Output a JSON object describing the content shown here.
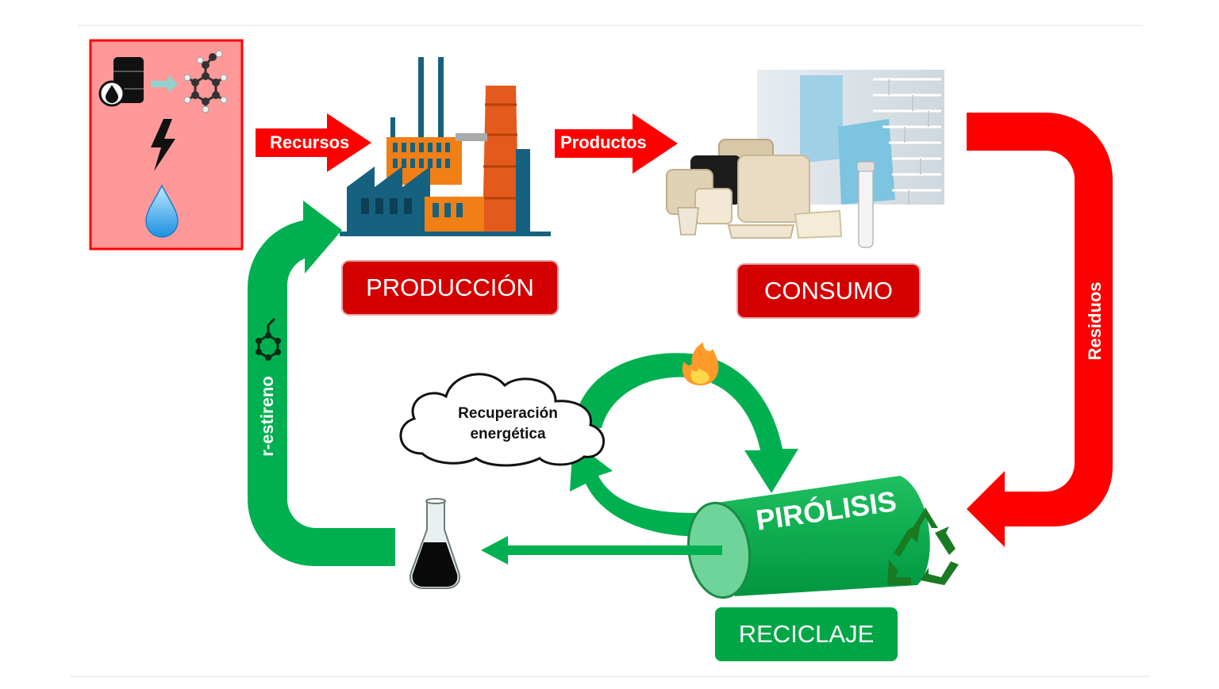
{
  "arrows": {
    "resources": "Recursos",
    "products": "Productos",
    "waste": "Residuos",
    "r_styrene": "r-estireno"
  },
  "stages": {
    "production": "PRODUCCIÓN",
    "consumption": "CONSUMO",
    "recycling": "RECICLAJE"
  },
  "pyrolysis": {
    "label": "PIRÓLISIS"
  },
  "energy_recovery": {
    "line1": "Recuperación",
    "line2": "energética"
  },
  "colors": {
    "red": "#ff0000",
    "dark_red": "#d40000",
    "green": "#00b050",
    "resource_box": "#ff9999"
  },
  "icons": [
    "oil-barrel-icon",
    "styrene-molecule-icon",
    "lightning-icon",
    "water-drop-icon",
    "factory-icon",
    "eps-products-icon",
    "fire-icon",
    "recycle-icon",
    "flask-icon",
    "cloud-icon"
  ]
}
